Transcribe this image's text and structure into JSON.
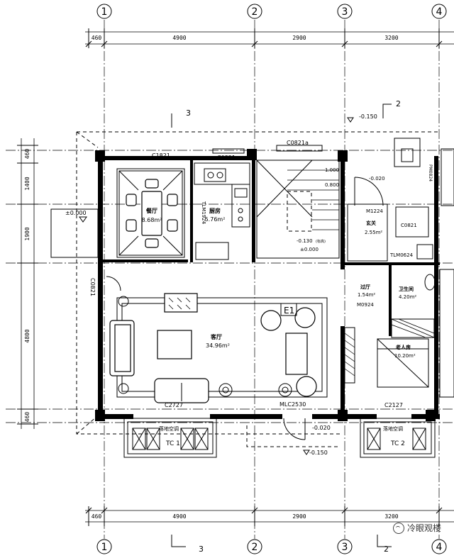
{
  "grid_axes": {
    "top": [
      "1",
      "2",
      "3",
      "4"
    ],
    "bottom": [
      "1",
      "2",
      "3",
      "4"
    ]
  },
  "dimensions": {
    "top": [
      "460",
      "4900",
      "2900",
      "3200"
    ],
    "bottom": [
      "460",
      "4900",
      "2900",
      "3200"
    ],
    "left": [
      "460",
      "1400",
      "1900",
      "4800",
      "460"
    ]
  },
  "section_marks": {
    "top_left": "3",
    "top_right": "2",
    "bottom_left": "3",
    "bottom_right": "2"
  },
  "rooms": {
    "dining": {
      "name": "餐厅",
      "area": "8.68m²"
    },
    "kitchen": {
      "name": "厨房",
      "area": "5.76m²"
    },
    "living": {
      "name": "客厅",
      "area": "34.96m²"
    },
    "entrance": {
      "name": "玄关",
      "area": "2.55m²"
    },
    "corridor": {
      "name": "过厅",
      "area": "1.54m²"
    },
    "bathroom": {
      "name": "卫生间",
      "area": "4.20m²"
    },
    "bedroom": {
      "name": "老人房",
      "area": "10.20m²"
    }
  },
  "openings": {
    "c1821": "C1821",
    "c0821_kitchen": "C0821",
    "c0821a": "C0821a",
    "c0821_left": "C0821",
    "c0821_bath": "C0821",
    "tlm1924": "TLM1924",
    "m1224": "M1224",
    "tlm0624": "TLM0624",
    "m0924": "M0924",
    "c2727": "C2727",
    "mlc2530": "MLC2530",
    "c2127": "C2127",
    "pm_right": "PM0824"
  },
  "levels": {
    "top_right": "-0.150",
    "stair_1": "1.000",
    "stair_2": "0.800",
    "entry": "-0.020",
    "left_terrace": "±0.000",
    "stair_landing": "-0.130",
    "stair_landing_note": "(标高)",
    "stair_floor": "±0.000",
    "bottom_door": "-0.020",
    "bottom_terrace": "-0.150"
  },
  "labels": {
    "e1": "E1",
    "ac_left": "落地空调",
    "ac_right": "落地空调",
    "tc1": "TC 1",
    "tc2": "TC 2"
  },
  "watermark": "冷眼观楼"
}
